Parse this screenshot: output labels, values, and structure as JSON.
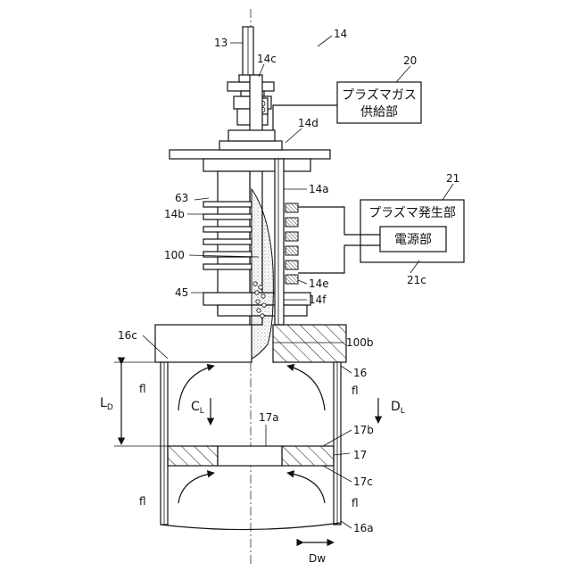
{
  "figure": {
    "ref_main": "14",
    "labels": {
      "l13": "13",
      "l14c": "14c",
      "l20": "20",
      "l14d": "14d",
      "l21": "21",
      "l63": "63",
      "l14a": "14a",
      "l14b": "14b",
      "l100": "100",
      "l45": "45",
      "l14e": "14e",
      "l14f": "14f",
      "l21c": "21c",
      "l16c": "16c",
      "l100b": "100b",
      "l16": "16",
      "l17a": "17a",
      "l17b": "17b",
      "l17": "17",
      "l17c": "17c",
      "l16a": "16a",
      "fl": "fl",
      "LD_main": "L",
      "LD_sub": "D",
      "CL_main": "C",
      "CL_sub": "L",
      "DL_main": "D",
      "DL_sub": "L",
      "Dw": "Dw"
    },
    "boxes": {
      "gas_supply_line1": "プラズマガス",
      "gas_supply_line2": "供給部",
      "plasma_gen": "プラズマ発生部",
      "power": "電源部"
    }
  }
}
